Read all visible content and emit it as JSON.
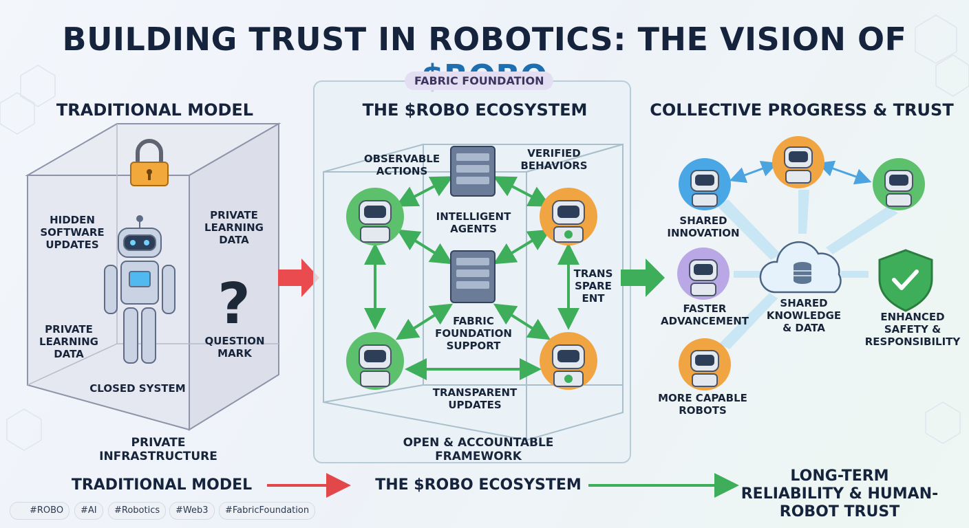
{
  "title": {
    "main": "BUILDING TRUST IN ROBOTICS: THE VISION OF ",
    "accent": "$ROBO"
  },
  "sections": {
    "traditional": "TRADITIONAL MODEL",
    "ecosystem": "THE $ROBO ECOSYSTEM",
    "collective": "COLLECTIVE PROGRESS & TRUST"
  },
  "fabric_pill": "FABRIC FOUNDATION",
  "traditional_labels": {
    "hidden_updates": "HIDDEN SOFTWARE UPDATES",
    "private_learning_right": "PRIVATE LEARNING DATA",
    "private_learning_left": "PRIVATE LEARNING DATA",
    "question_mark": "QUESTION MARK",
    "closed_system": "CLOSED SYSTEM",
    "private_infra": "PRIVATE INFRASTRUCTURE",
    "question_glyph": "?"
  },
  "ecosystem_labels": {
    "observable": "OBSERVABLE ACTIONS",
    "verified": "VERIFIED BEHAVIORS",
    "intelligent": "INTELLIGENT AGENTS",
    "transparent_side": "TRANS SPARE ENT",
    "fabric_support": "FABRIC FOUNDATION SUPPORT",
    "transparent_updates": "TRANSPARENT UPDATES",
    "open_framework": "OPEN & ACCOUNTABLE FRAMEWORK"
  },
  "collective_labels": {
    "shared_innovation": "SHARED INNOVATION",
    "faster": "FASTER ADVANCEMENT",
    "more_capable": "MORE CAPABLE ROBOTS",
    "shared_knowledge": "SHARED KNOWLEDGE & DATA",
    "enhanced_safety": "ENHANCED SAFETY & RESPONSIBILITY"
  },
  "bottom_row": {
    "left": "TRADITIONAL MODEL",
    "middle": "THE $ROBO ECOSYSTEM",
    "right": "LONG-TERM RELIABILITY & HUMAN-ROBOT TRUST"
  },
  "tags": [
    "#ROBO",
    "#AI",
    "#Robotics",
    "#Web3",
    "#FabricFoundation"
  ],
  "colors": {
    "accent": "#1e6fb0",
    "green": "#3fae5a",
    "red": "#e2484a",
    "orange": "#f0a23c",
    "blue": "#4ba3e0",
    "purple": "#b9a7e6"
  }
}
